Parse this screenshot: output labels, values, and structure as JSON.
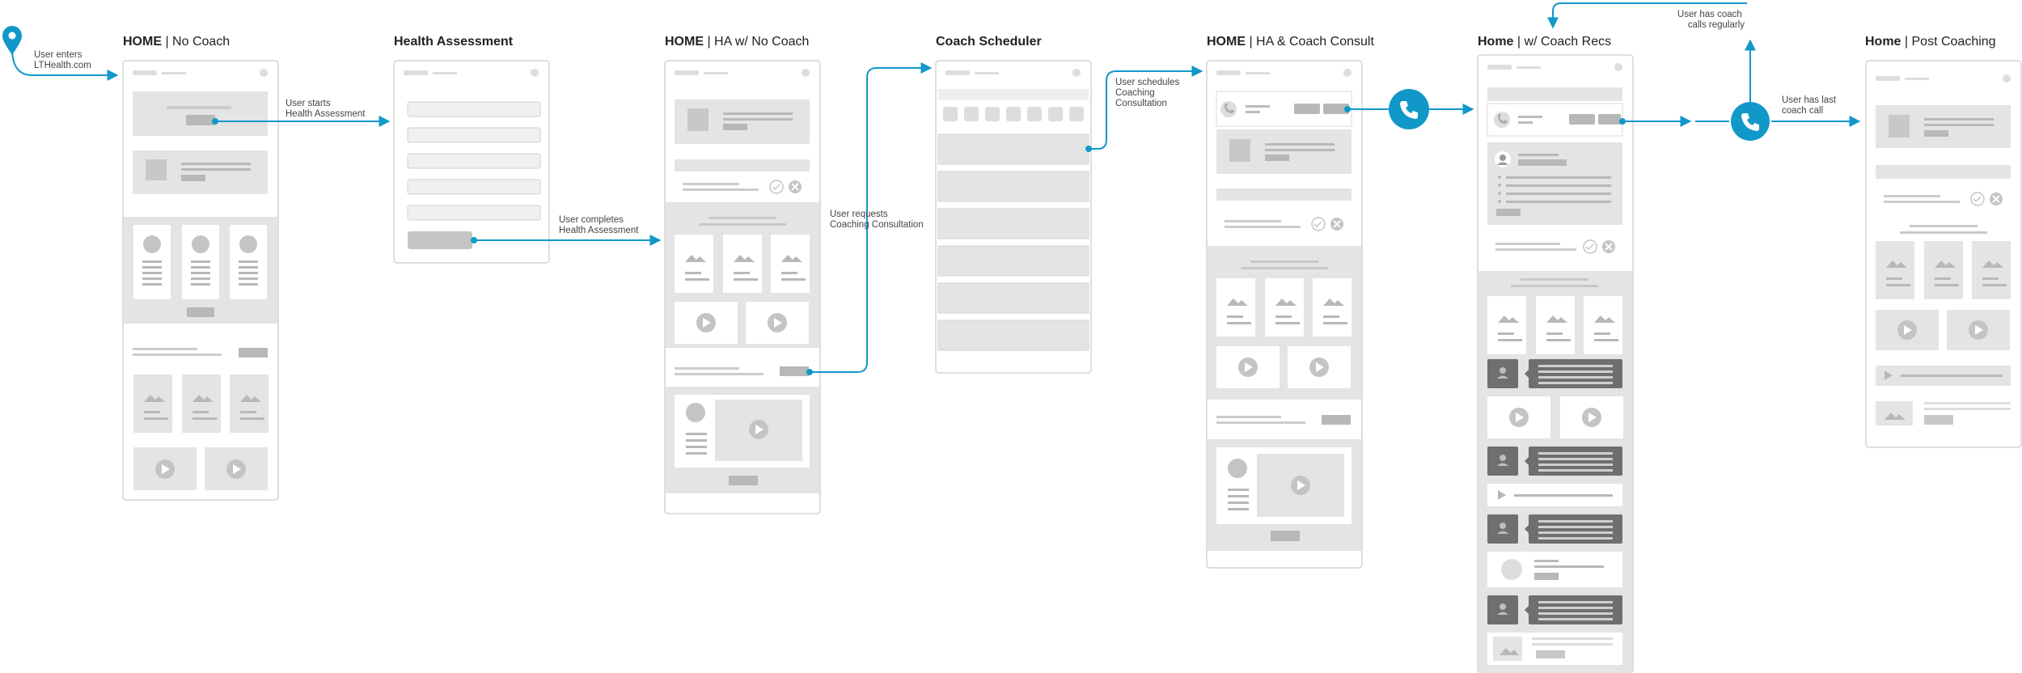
{
  "colors": {
    "accent": "#1198c9",
    "frame": "#d4d4d4",
    "block": "#e4e4e4",
    "mid": "#b8b8b8",
    "dark": "#6f6f6f"
  },
  "screens": [
    {
      "bold": "HOME",
      "rest": " | No Coach"
    },
    {
      "bold": "Health Assessment",
      "rest": ""
    },
    {
      "bold": "HOME",
      "rest": " | HA w/ No Coach"
    },
    {
      "bold": "Coach Scheduler",
      "rest": ""
    },
    {
      "bold": "HOME",
      "rest": " | HA & Coach Consult"
    },
    {
      "bold": "Home",
      "rest": " | w/ Coach Recs"
    },
    {
      "bold": "Home",
      "rest": " | Post Coaching"
    }
  ],
  "annotations": {
    "enter": [
      "User enters",
      "LTHealth.com"
    ],
    "start_ha": [
      "User starts",
      "Health Assessment"
    ],
    "complete_ha": [
      "User completes",
      "Health Assessment"
    ],
    "request": [
      "User requests",
      "Coaching Consultation"
    ],
    "schedule": [
      "User schedules",
      "Coaching",
      "Consultation"
    ],
    "regular": [
      "User has coach",
      "calls regularly"
    ],
    "last": [
      "User has last",
      "coach call"
    ]
  },
  "icons": {
    "start": "location-pin-icon",
    "call": "phone-icon"
  }
}
